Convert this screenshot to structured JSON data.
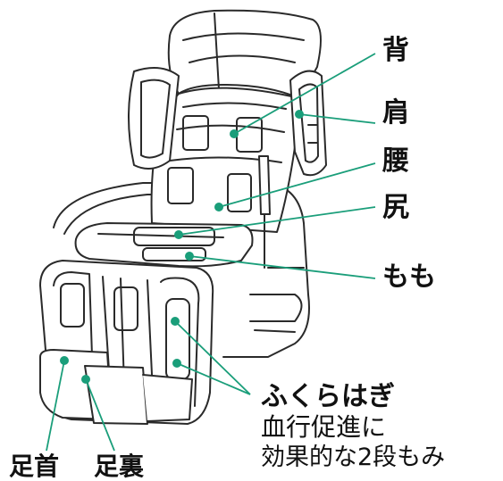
{
  "labels": {
    "back": "背",
    "shoulder": "肩",
    "waist": "腰",
    "buttocks": "尻",
    "thigh": "もも",
    "ankle": "足首",
    "sole": "足裏",
    "calf_title": "ふくらはぎ",
    "calf_desc_1": "血行促進に",
    "calf_desc_2": "効果的な2段もみ"
  },
  "colors": {
    "leader_line": "#1a9e7a",
    "dot": "#1a9e7a",
    "outline": "#2a2a2a"
  }
}
